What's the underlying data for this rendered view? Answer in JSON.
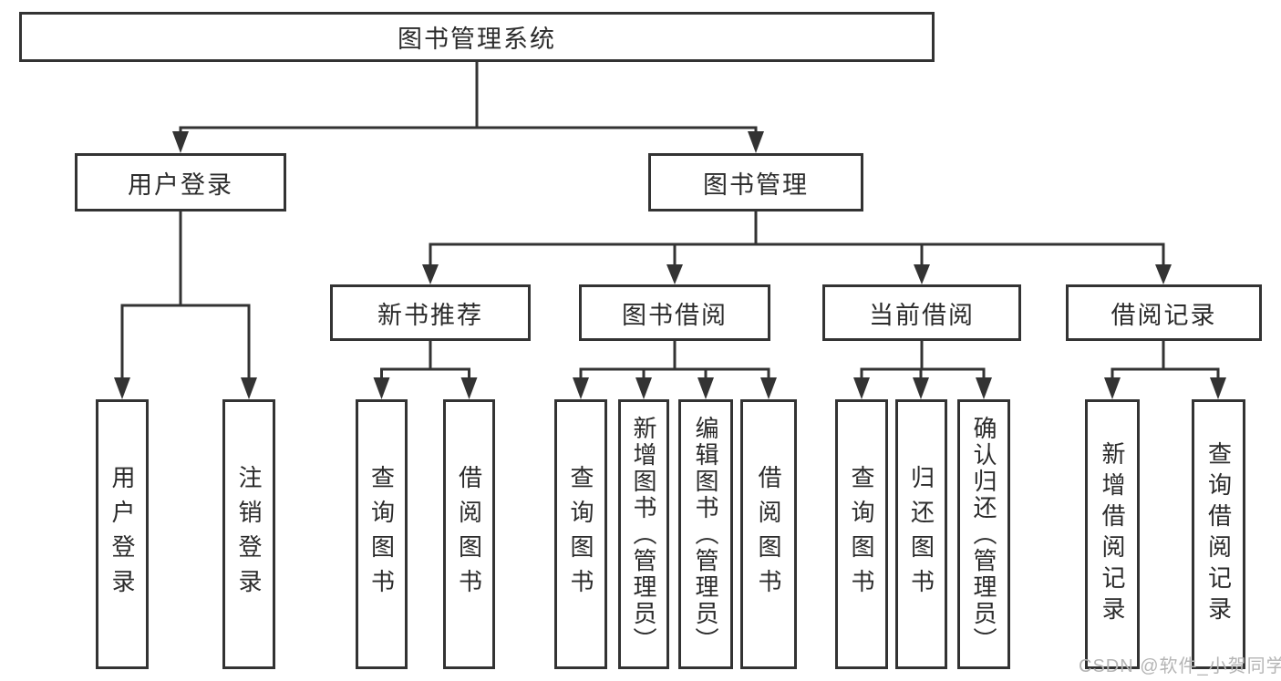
{
  "tree": {
    "root": {
      "label": "图书管理系统"
    },
    "branches": [
      {
        "label": "用户登录",
        "children": [
          {
            "label": "用户登录"
          },
          {
            "label": "注销登录"
          }
        ]
      },
      {
        "label": "图书管理",
        "children": [
          {
            "label": "新书推荐",
            "children": [
              {
                "label": "查询图书"
              },
              {
                "label": "借阅图书"
              }
            ]
          },
          {
            "label": "图书借阅",
            "children": [
              {
                "label": "查询图书"
              },
              {
                "label": "新增图书（管理员）"
              },
              {
                "label": "编辑图书（管理员）"
              },
              {
                "label": "借阅图书"
              }
            ]
          },
          {
            "label": "当前借阅",
            "children": [
              {
                "label": "查询图书"
              },
              {
                "label": "归还图书"
              },
              {
                "label": "确认归还（管理员）"
              }
            ]
          },
          {
            "label": "借阅记录",
            "children": [
              {
                "label": "新增借阅记录"
              },
              {
                "label": "查询借阅记录"
              }
            ]
          }
        ]
      }
    ]
  },
  "watermark": "CSDN @软件_小贺同学",
  "colors": {
    "line": "#333333",
    "text": "#2b2b2b",
    "background": "#ffffff",
    "watermark": "#b5b5b5"
  }
}
